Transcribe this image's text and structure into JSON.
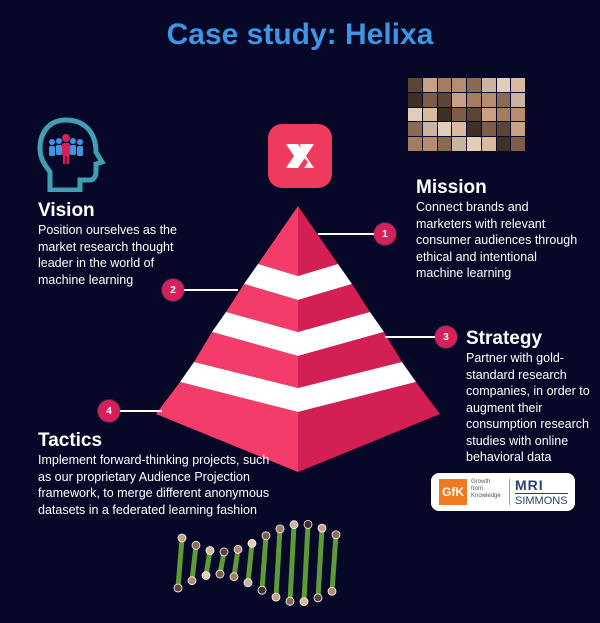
{
  "title": "Case study: Helixa",
  "vision": {
    "heading": "Vision",
    "text": "Position ourselves as the market research thought leader in the world of machine learning"
  },
  "mission": {
    "heading": "Mission",
    "text": "Connect brands and marketers with relevant consumer audiences through ethical and intentional machine learning"
  },
  "strategy": {
    "heading": "Strategy",
    "text": "Partner with gold-standard research companies, in order to augment their consumption research studies with online behavioral data"
  },
  "tactics": {
    "heading": "Tactics",
    "text": "Implement forward-thinking projects, such as our proprietary Audience Projection framework, to merge different anonymous datasets in a federated learning fashion"
  },
  "badges": [
    "1",
    "2",
    "3",
    "4"
  ],
  "partners": {
    "gfk_logo": "GfK",
    "gfk_tagline": [
      "Growth",
      "from",
      "Knowledge"
    ],
    "mri_top": "MRI",
    "mri_bottom": "SIMMONS"
  },
  "icons": {
    "head": "head-with-people-icon",
    "logo": "helixa-logo-icon",
    "photos": "people-photo-collage",
    "dna": "dna-helix-photo-strand"
  },
  "colors": {
    "background": "#070828",
    "title": "#3d95e3",
    "pyramid_light": "#f43c6b",
    "pyramid_dark": "#d41f54",
    "badge": "#d7205a",
    "head_icon": "#3fa0b5"
  }
}
